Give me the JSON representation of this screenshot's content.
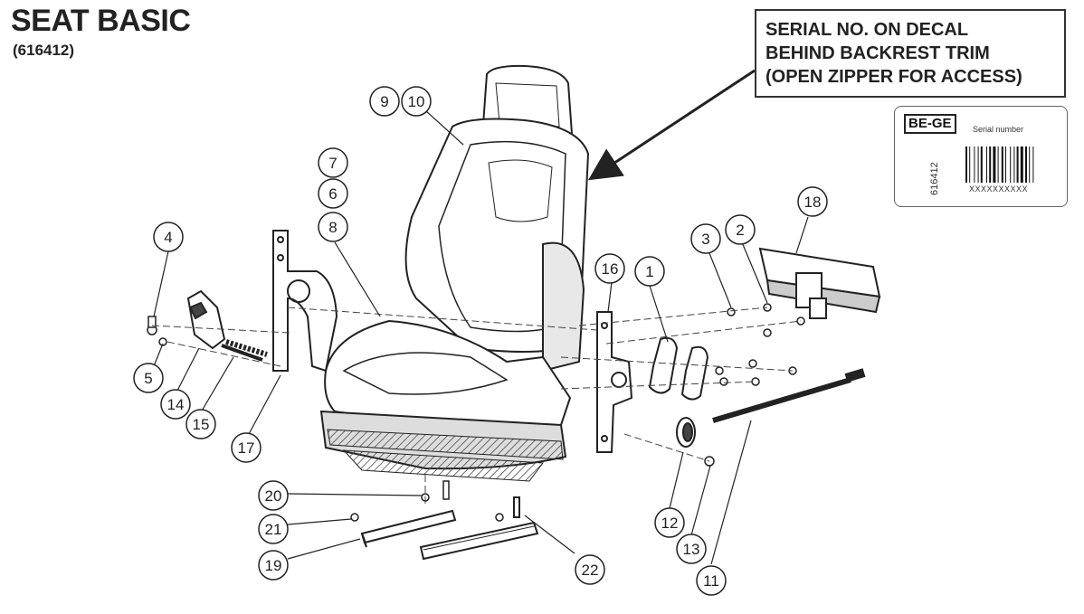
{
  "title": "SEAT BASIC",
  "subtitle": "(616412)",
  "note": {
    "lines": [
      "SERIAL NO. ON DECAL",
      "BEHIND BACKREST TRIM",
      "(OPEN ZIPPER FOR ACCESS)"
    ]
  },
  "decal": {
    "brand": "BE-GE",
    "serial_label": "Serial number",
    "part_number": "616412",
    "serial_placeholder": "XXXXXXXXXX"
  },
  "callouts": [
    "1",
    "2",
    "3",
    "4",
    "5",
    "6",
    "7",
    "8",
    "9",
    "10",
    "11",
    "12",
    "13",
    "14",
    "15",
    "16",
    "17",
    "18",
    "19",
    "20",
    "21",
    "22"
  ]
}
